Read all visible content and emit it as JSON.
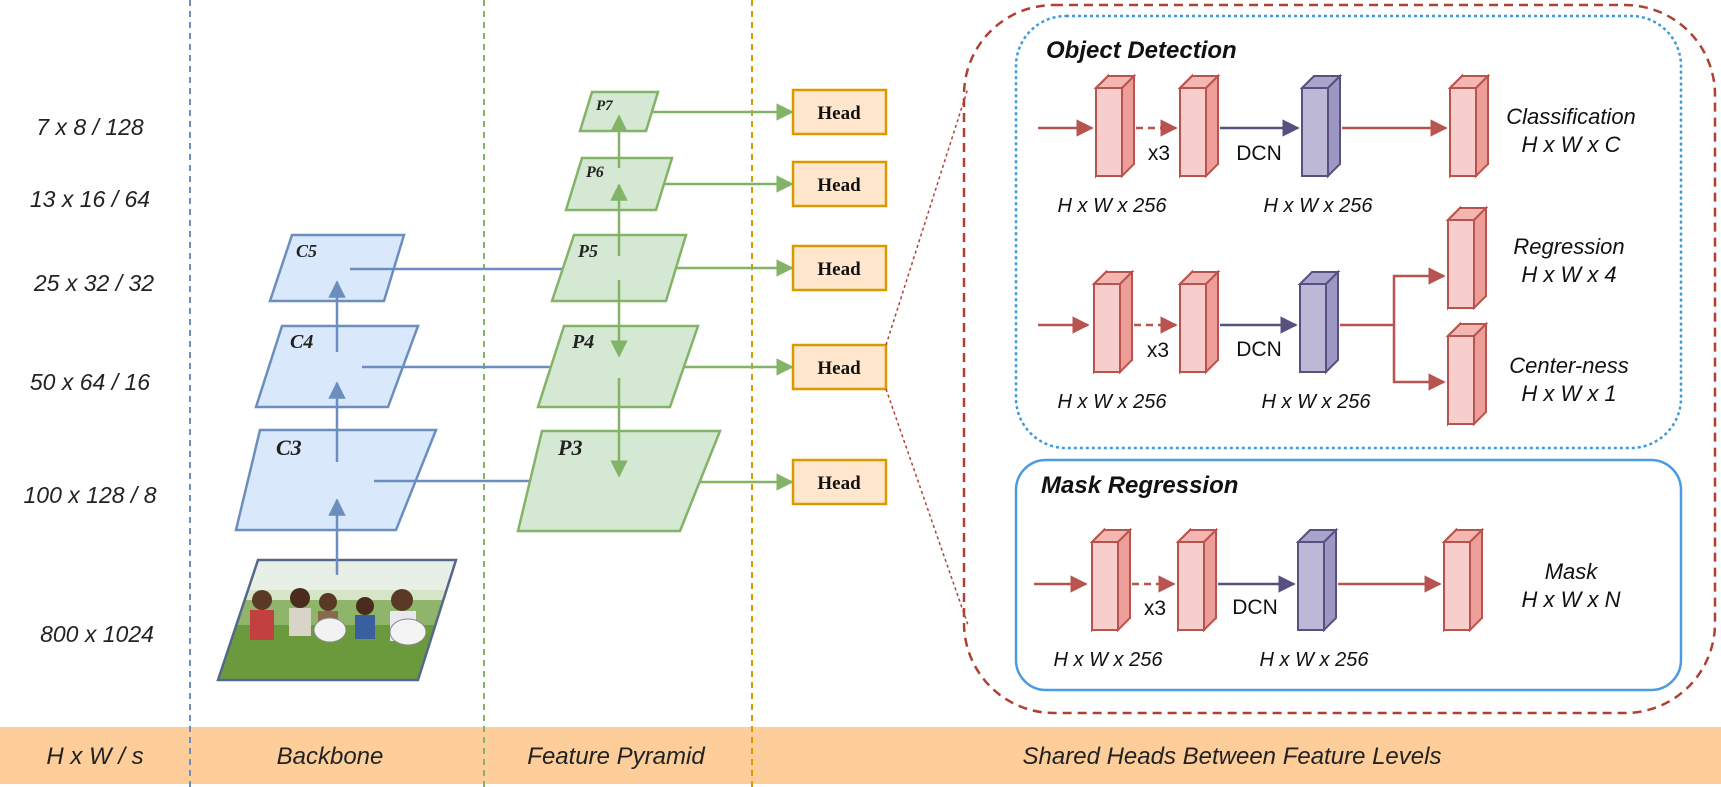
{
  "scales": [
    {
      "label": "7 x 8 / 128"
    },
    {
      "label": "13 x 16 / 64"
    },
    {
      "label": "25 x 32 / 32"
    },
    {
      "label": "50 x 64 / 16"
    },
    {
      "label": "100 x 128 / 8"
    },
    {
      "label": "800 x 1024"
    }
  ],
  "backbone": {
    "levels": [
      "C5",
      "C4",
      "C3"
    ]
  },
  "pyramid": {
    "levels": [
      "P7",
      "P6",
      "P5",
      "P4",
      "P3"
    ]
  },
  "head_label": "Head",
  "object_detection": {
    "title": "Object Detection",
    "repeat": "x3",
    "dcn": "DCN",
    "dim_first": "H x W x 256",
    "dim_second": "H x W x 256",
    "dim_third": "H x W x 256",
    "dim_fourth": "H x W x 256",
    "classification": {
      "name": "Classification",
      "shape": "H x W x C"
    },
    "regression": {
      "name": "Regression",
      "shape": "H x W x 4"
    },
    "centerness": {
      "name": "Center-ness",
      "shape": "H x W x 1"
    }
  },
  "mask_regression": {
    "title": "Mask Regression",
    "repeat": "x3",
    "dcn": "DCN",
    "dim_first": "H x W x 256",
    "dim_second": "H x W x 256",
    "output": {
      "name": "Mask",
      "shape": "H x W x N"
    }
  },
  "footer": {
    "col1": "H x W / s",
    "col2": "Backbone",
    "col3": "Feature Pyramid",
    "col4": "Shared Heads Between Feature Levels"
  },
  "colors": {
    "backbone_fill": "#dae8fc",
    "backbone_stroke": "#6c8ebf",
    "pyramid_fill": "#d5e8d4",
    "pyramid_stroke": "#82b366",
    "head_fill": "#ffe6cc",
    "head_stroke": "#d79b00",
    "conv_fill": "#f8cecc",
    "conv_stroke": "#b85450",
    "dcn_fill": "#bcb8d6",
    "dcn_stroke": "#56517e",
    "footer_fill": "#fdcd9a",
    "outer_dashed": "#ae4132",
    "od_dotted": "#3d9bd8",
    "mask_box": "#4a9be0"
  }
}
